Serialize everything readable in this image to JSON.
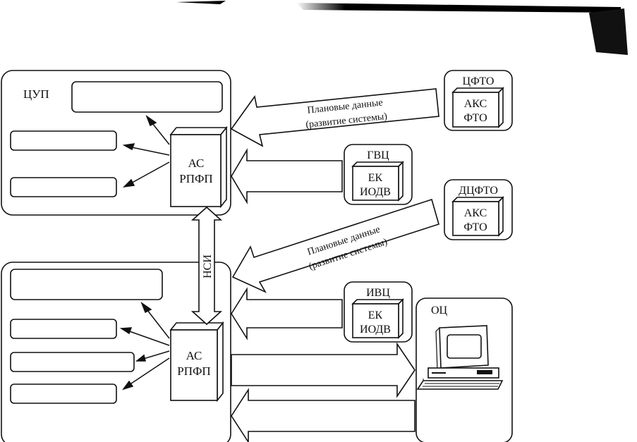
{
  "top_system": {
    "label": "ЦУП"
  },
  "bottom_system": {
    "label": ""
  },
  "processor_top": {
    "line1": "АС",
    "line2": "РПФП"
  },
  "processor_bottom": {
    "line1": "АС",
    "line2": "РПФП"
  },
  "link_nsi": {
    "label": "НСИ"
  },
  "node_cfto": {
    "title": "ЦФТО",
    "line1": "АКС",
    "line2": "ФТО"
  },
  "node_gvc": {
    "title": "ГВЦ",
    "line1": "ЕК",
    "line2": "ИОДВ"
  },
  "node_dcfto": {
    "title": "ДЦФТО",
    "line1": "АКС",
    "line2": "ФТО"
  },
  "node_ivc": {
    "title": "ИВЦ",
    "line1": "ЕК",
    "line2": "ИОДВ"
  },
  "node_oc": {
    "title": "ОЦ"
  },
  "arrow_top": {
    "line1": "Плановые данные",
    "line2": "(развитие системы)"
  },
  "arrow_mid": {
    "line1": "Плановые данные",
    "line2": "(развитие системы)"
  },
  "icons": {
    "oc_device": "computer-terminal-icon"
  }
}
